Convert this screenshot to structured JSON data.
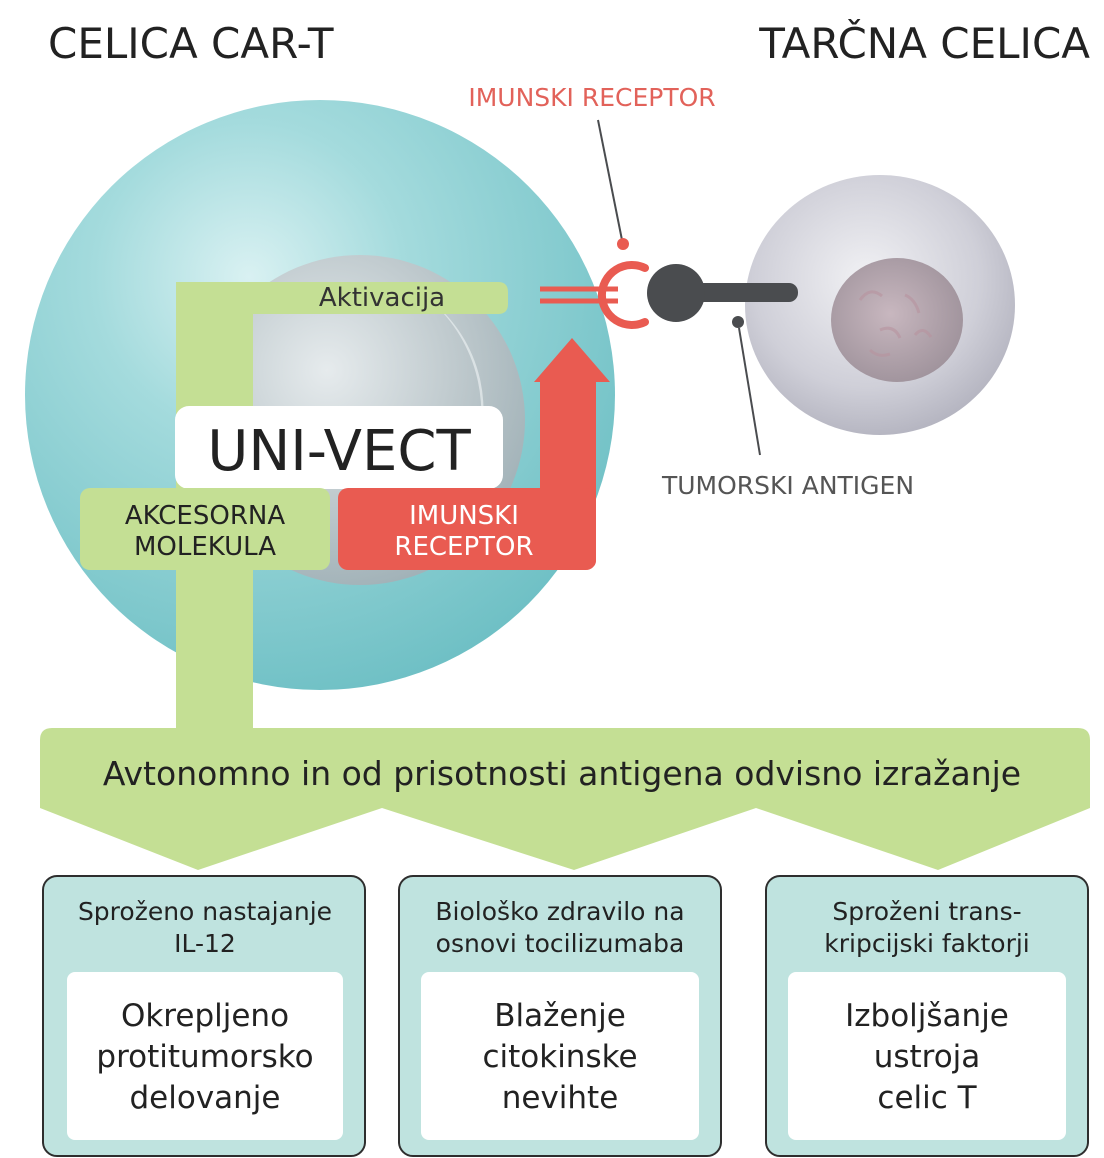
{
  "titles": {
    "left": "CELICA CAR-T",
    "right": "TARČNA CELICA"
  },
  "labels": {
    "immune_receptor_top": "IMUNSKI RECEPTOR",
    "tumor_antigen": "TUMORSKI ANTIGEN",
    "activation": "Aktivacija",
    "uni_vect": "UNI-VECT",
    "accessory_line1": "AKCESORNA",
    "accessory_line2": "MOLEKULA",
    "immune_receptor_line1": "IMUNSKI",
    "immune_receptor_line2": "RECEPTOR"
  },
  "banner": "Avtonomno in od prisotnosti antigena odvisno izražanje",
  "outcomes": [
    {
      "header_line1": "Sproženo nastajanje",
      "header_line2": "IL-12",
      "result_line1": "Okrepljeno",
      "result_line2": "protitumorsko",
      "result_line3": "delovanje"
    },
    {
      "header_line1": "Biološko zdravilo na",
      "header_line2": "osnovi tocilizumaba",
      "result_line1": "Blaženje",
      "result_line2": "citokinske",
      "result_line3": "nevihte"
    },
    {
      "header_line1": "Sproženi trans-",
      "header_line2": "kripcijski faktorji",
      "result_line1": "Izboljšanje",
      "result_line2": "ustroja",
      "result_line3": "celic T"
    }
  ],
  "colors": {
    "cell_teal": "#7cc8cc",
    "nucleus": "#b9c5c9",
    "green": "#c4df94",
    "red": "#e95b51",
    "dark_gray": "#4a4c4f",
    "target_cell": "#c9c9d2",
    "outcome_fill": "#bfe3df"
  }
}
